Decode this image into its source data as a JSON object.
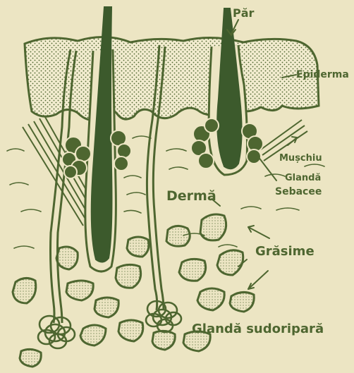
{
  "labels": {
    "hair": "Păr",
    "epidermis": "Epiderma",
    "muscle": "Mușchiu",
    "sebaceous_line1": "Glandă",
    "sebaceous_line2": "Sebacee",
    "dermis": "Dermă",
    "fat": "Grăsime",
    "sweat_gland": "Glandă sudoripară"
  },
  "colors": {
    "ink": "#4e6630",
    "dark_hair": "#3c5a2c",
    "paper": "#ece5c3",
    "epidermis_fill": "#f2eccf"
  }
}
